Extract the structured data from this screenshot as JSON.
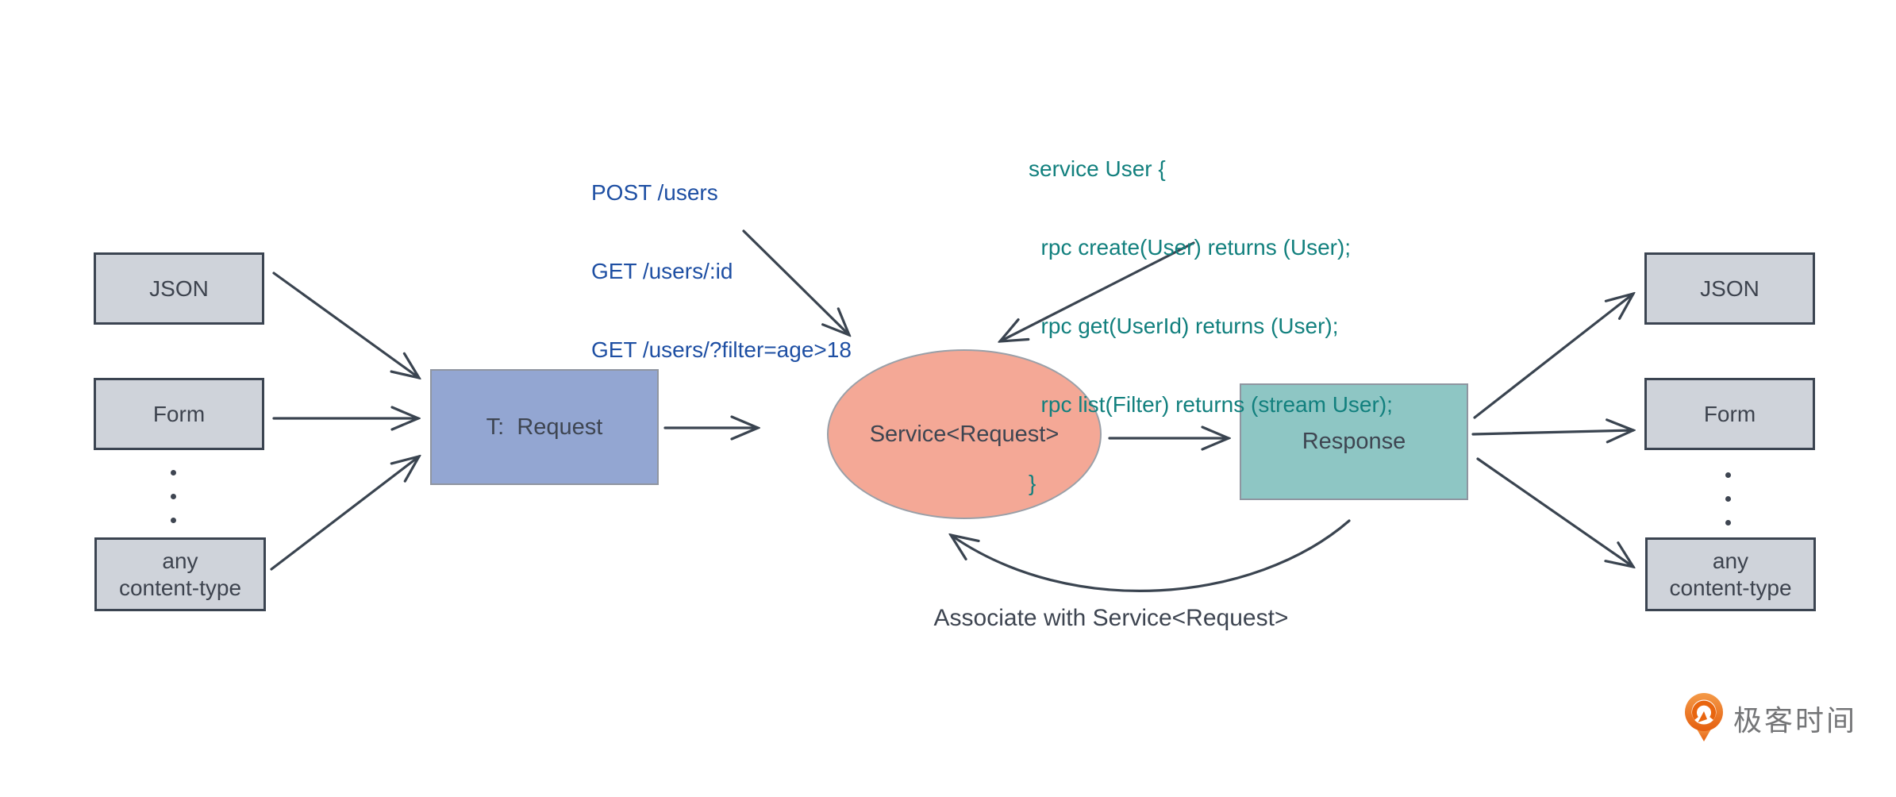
{
  "canvas": {
    "background": "#ffffff"
  },
  "palette": {
    "arrow_line": "#3a4450",
    "content_box_fill": "#cfd3da",
    "content_box_border": "#3b4451",
    "request_fill": "#93a6d2",
    "service_fill": "#f4a896",
    "response_fill": "#8ec6c4",
    "node_border": "#8f95a0",
    "http_code_text": "#1e4fa3",
    "grpc_code_text": "#12807e",
    "label_text": "#3e4551",
    "logo_orange": "#ec7029",
    "logo_text_color": "#747577"
  },
  "content_types_left": [
    {
      "label": "JSON"
    },
    {
      "label": "Form"
    },
    {
      "label": "any\ncontent-type"
    }
  ],
  "content_types_right": [
    {
      "label": "JSON"
    },
    {
      "label": "Form"
    },
    {
      "label": "any\ncontent-type"
    }
  ],
  "nodes": {
    "request": {
      "label": "T:  Request"
    },
    "service": {
      "label": "Service<Request>"
    },
    "response": {
      "label": "Response"
    }
  },
  "http_code": {
    "lines": [
      "POST /users",
      "GET /users/:id",
      "GET /users/?filter=age>18"
    ]
  },
  "grpc_code": {
    "lines": [
      "service User {",
      "  rpc create(User) returns (User);",
      "  rpc get(UserId) returns (User);",
      "  rpc list(Filter) returns (stream User);",
      "}"
    ]
  },
  "association_label": "Associate with Service<Request>",
  "logo": {
    "text": "极客时间",
    "icon": "geektime-pin-icon"
  }
}
